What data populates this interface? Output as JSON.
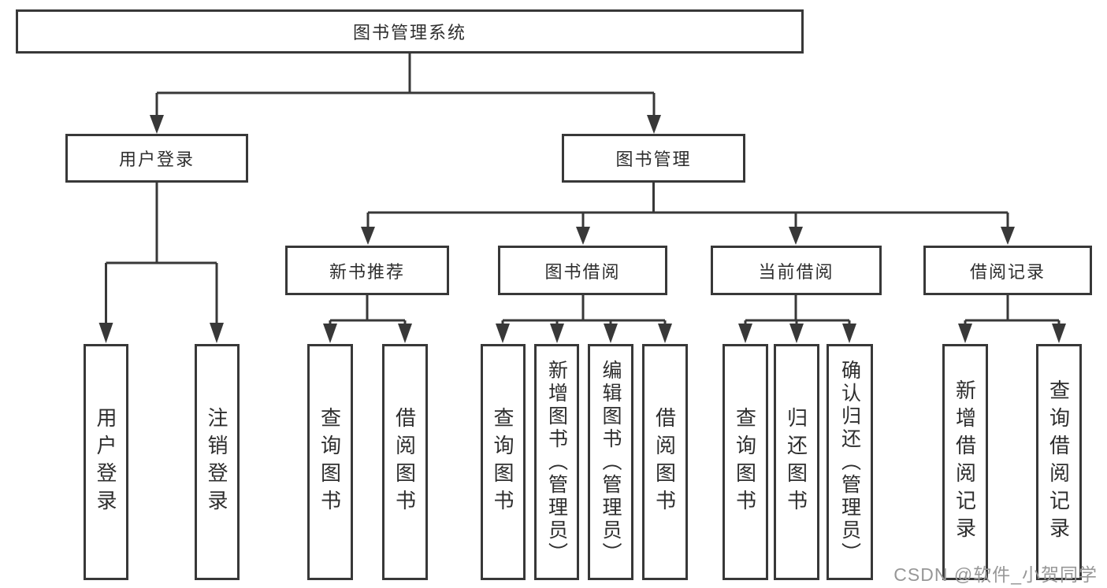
{
  "tree": {
    "root": "图书管理系统",
    "user_login": {
      "label": "用户登录",
      "children": [
        "用户登录",
        "注销登录"
      ]
    },
    "book_mgmt": {
      "label": "图书管理"
    },
    "new_book": {
      "label": "新书推荐",
      "children": [
        "查询图书",
        "借阅图书"
      ]
    },
    "book_borrow": {
      "label": "图书借阅",
      "children": [
        "查询图书",
        "新增图书（管理员）",
        "编辑图书（管理员）",
        "借阅图书"
      ]
    },
    "current_borrow": {
      "label": "当前借阅",
      "children": [
        "查询图书",
        "归还图书",
        "确认归还（管理员）"
      ]
    },
    "borrow_record": {
      "label": "借阅记录",
      "children": [
        "新增借阅记录",
        "查询借阅记录"
      ]
    }
  },
  "watermark": "CSDN @软件_小贺同学",
  "colors": {
    "line": "#383838",
    "text": "#2e2e2e",
    "watermark": "#979797",
    "background": "#ffffff"
  }
}
